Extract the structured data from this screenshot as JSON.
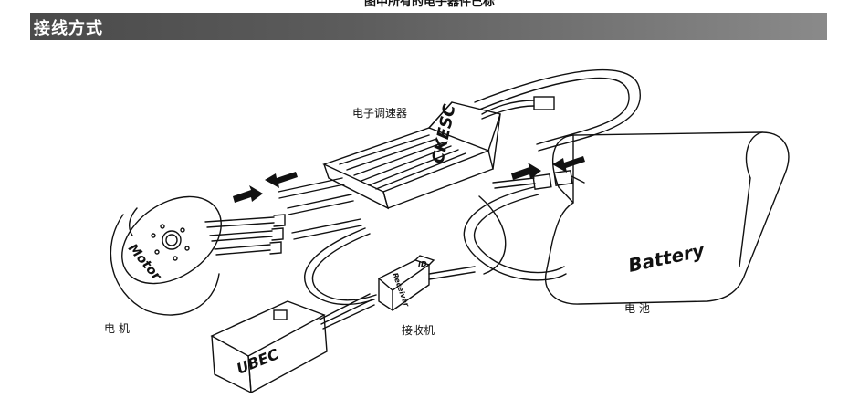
{
  "header": {
    "caption": "图中所有的电子器件已标"
  },
  "section": {
    "title": "接线方式"
  },
  "diagram": {
    "labels": {
      "esc": "电子调速器",
      "motor": "电 机",
      "receiver": "接收机",
      "battery": "电 池"
    },
    "component_text": {
      "motor": "Motor",
      "esc": "CKESC",
      "battery": "Battery",
      "ubec": "UBEC",
      "receiver": "Receiver",
      "receiver_tag": "ID"
    }
  }
}
